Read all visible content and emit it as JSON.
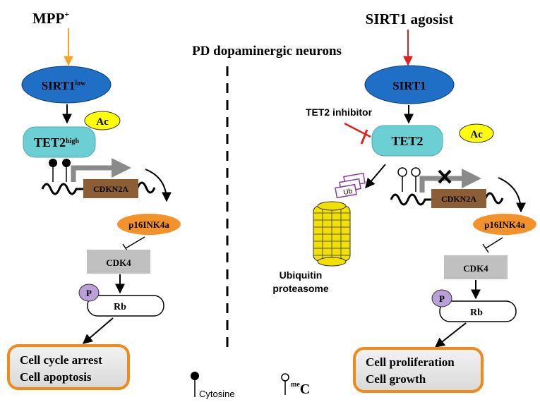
{
  "title": "PD  dopaminergic neurons",
  "left": {
    "stimulus": "MPP",
    "stimulus_sup": "+",
    "sirt1": "SIRT1",
    "sirt1_sup": "low",
    "tet2": "TET2",
    "tet2_sup": "high",
    "ac": "Ac",
    "gene": "CDKN2A",
    "p16": "p16INK4a",
    "cdk4": "CDK4",
    "p": "P",
    "rb": "Rb",
    "outcome_line1": "Cell cycle arrest",
    "outcome_line2": "Cell apoptosis"
  },
  "right": {
    "stimulus": "SIRT1 agosist",
    "sirt1": "SIRT1",
    "inhibitor": "TET2 inhibitor",
    "tet2": "TET2",
    "ac": "Ac",
    "ub": "Ub",
    "proteasome_line1": "Ubiquitin",
    "proteasome_line2": "proteasome",
    "gene": "CDKN2A",
    "p16": "p16INK4a",
    "cdk4": "CDK4",
    "p": "P",
    "rb": "Rb",
    "outcome_line1": "Cell proliferation",
    "outcome_line2": "Cell growth"
  },
  "legend": {
    "cytosine": "Cytosine",
    "mec_sup": "me",
    "mec": "C"
  },
  "colors": {
    "sirt1_fill": "#1f6fc7",
    "tet2_fill": "#6ccfd4",
    "ac_fill": "#ffff00",
    "gene_fill": "#8c5e36",
    "p16_fill": "#f3912b",
    "cdk4_fill": "#c0c0c0",
    "p_fill": "#b9a0d6",
    "outcome_border": "#f08a1c",
    "outcome_fill": "#e6e6e6",
    "mpp_arrow": "#f5a32a",
    "agonist_arrow": "#e02020",
    "inhibitor": "#e02020",
    "proteasome": "#f2e100"
  }
}
